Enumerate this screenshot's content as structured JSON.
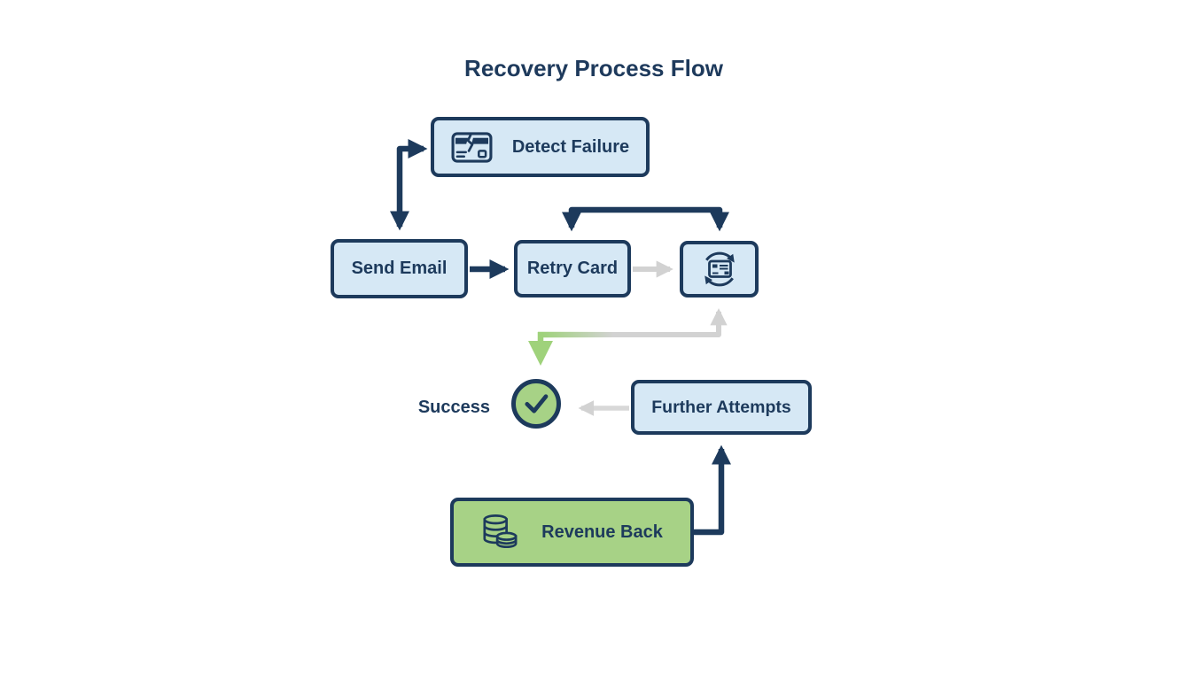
{
  "title": "Recovery Process Flow",
  "colors": {
    "navy": "#1d3a5c",
    "light_blue": "#d6e8f5",
    "green": "#a7d286",
    "green_arrow": "#9fd27b",
    "gray_arrow": "#d2d2d2",
    "background": "#ffffff"
  },
  "nodes": {
    "detect_failure": {
      "label": "Detect Failure",
      "icon": "broken-card-icon"
    },
    "send_email": {
      "label": "Send Email"
    },
    "retry_card": {
      "label": "Retry Card"
    },
    "retry_cycle": {
      "icon": "card-refresh-icon"
    },
    "success": {
      "label": "Success",
      "icon": "checkmark-icon"
    },
    "further_attempts": {
      "label": "Further Attempts"
    },
    "revenue_back": {
      "label": "Revenue Back",
      "icon": "coins-icon"
    }
  },
  "edges": [
    {
      "from": "branch-point",
      "to": "detect_failure",
      "style": "navy"
    },
    {
      "from": "branch-point",
      "to": "send_email",
      "style": "navy"
    },
    {
      "from": "send_email",
      "to": "retry_card",
      "style": "navy"
    },
    {
      "from": "retry_card",
      "to": "retry_cycle",
      "style": "navy-bracket"
    },
    {
      "from": "retry_card",
      "to": "retry_cycle",
      "style": "gray"
    },
    {
      "from": "retry_cycle",
      "to": "success",
      "style": "green-gray-elbow"
    },
    {
      "from": "further_attempts",
      "to": "success",
      "style": "gray"
    },
    {
      "from": "revenue_back",
      "to": "further_attempts",
      "style": "navy"
    }
  ]
}
